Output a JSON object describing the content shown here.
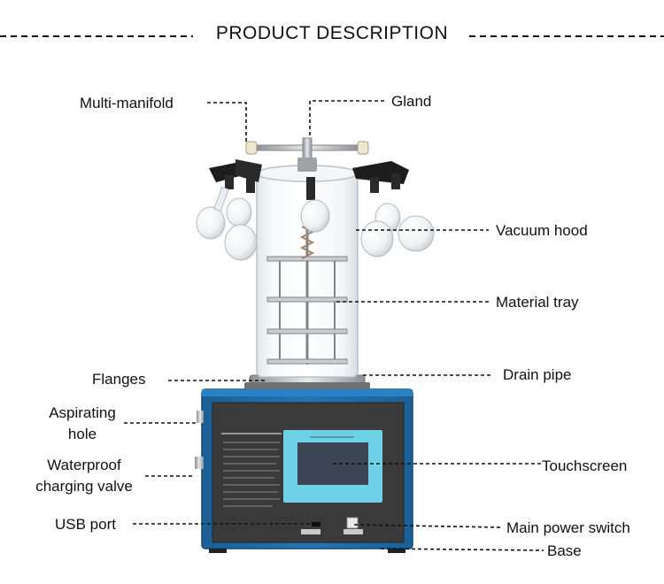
{
  "header": {
    "title": "PRODUCT DESCRIPTION"
  },
  "labels": {
    "multi_manifold": "Multi-manifold",
    "gland": "Gland",
    "vacuum_hood": "Vacuum hood",
    "material_tray": "Material tray",
    "flanges": "Flanges",
    "drain_pipe": "Drain pipe",
    "aspirating_hole_1": "Aspirating",
    "aspirating_hole_2": "hole",
    "waterproof_1": "Waterproof",
    "waterproof_2": "charging valve",
    "touchscreen": "Touchscreen",
    "usb_port": "USB port",
    "main_power_switch": "Main power switch",
    "base": "Base"
  },
  "colors": {
    "cabinet_blue": "#1e6aa6",
    "cabinet_dark": "#164f80",
    "panel": "#3a3a3a",
    "screen_frame": "#6fd0e6",
    "screen": "#3b4553"
  }
}
